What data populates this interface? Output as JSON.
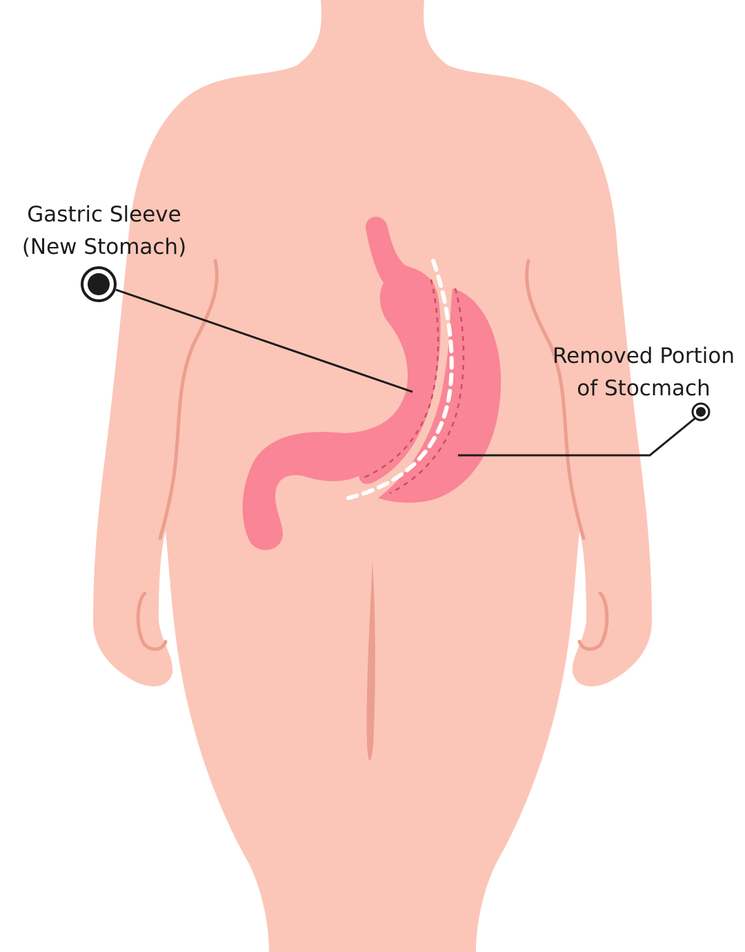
{
  "colors": {
    "background": "#ffffff",
    "skin": "#fbc6b7",
    "skin_outline": "#ec9e8f",
    "stomach": "#f98596",
    "stomach_dash": "#c94f63",
    "staple_line": "#ffffff",
    "leader_line": "#1c1c1c",
    "text": "#1c1c1c"
  },
  "labels": {
    "gastric_sleeve": {
      "line1": "Gastric Sleeve",
      "line2": "(New Stomach)",
      "marker_icon": "target-dot-icon"
    },
    "removed_portion": {
      "line1": "Removed Portion",
      "line2": "of Stocmach",
      "marker_icon": "target-dot-icon"
    }
  }
}
